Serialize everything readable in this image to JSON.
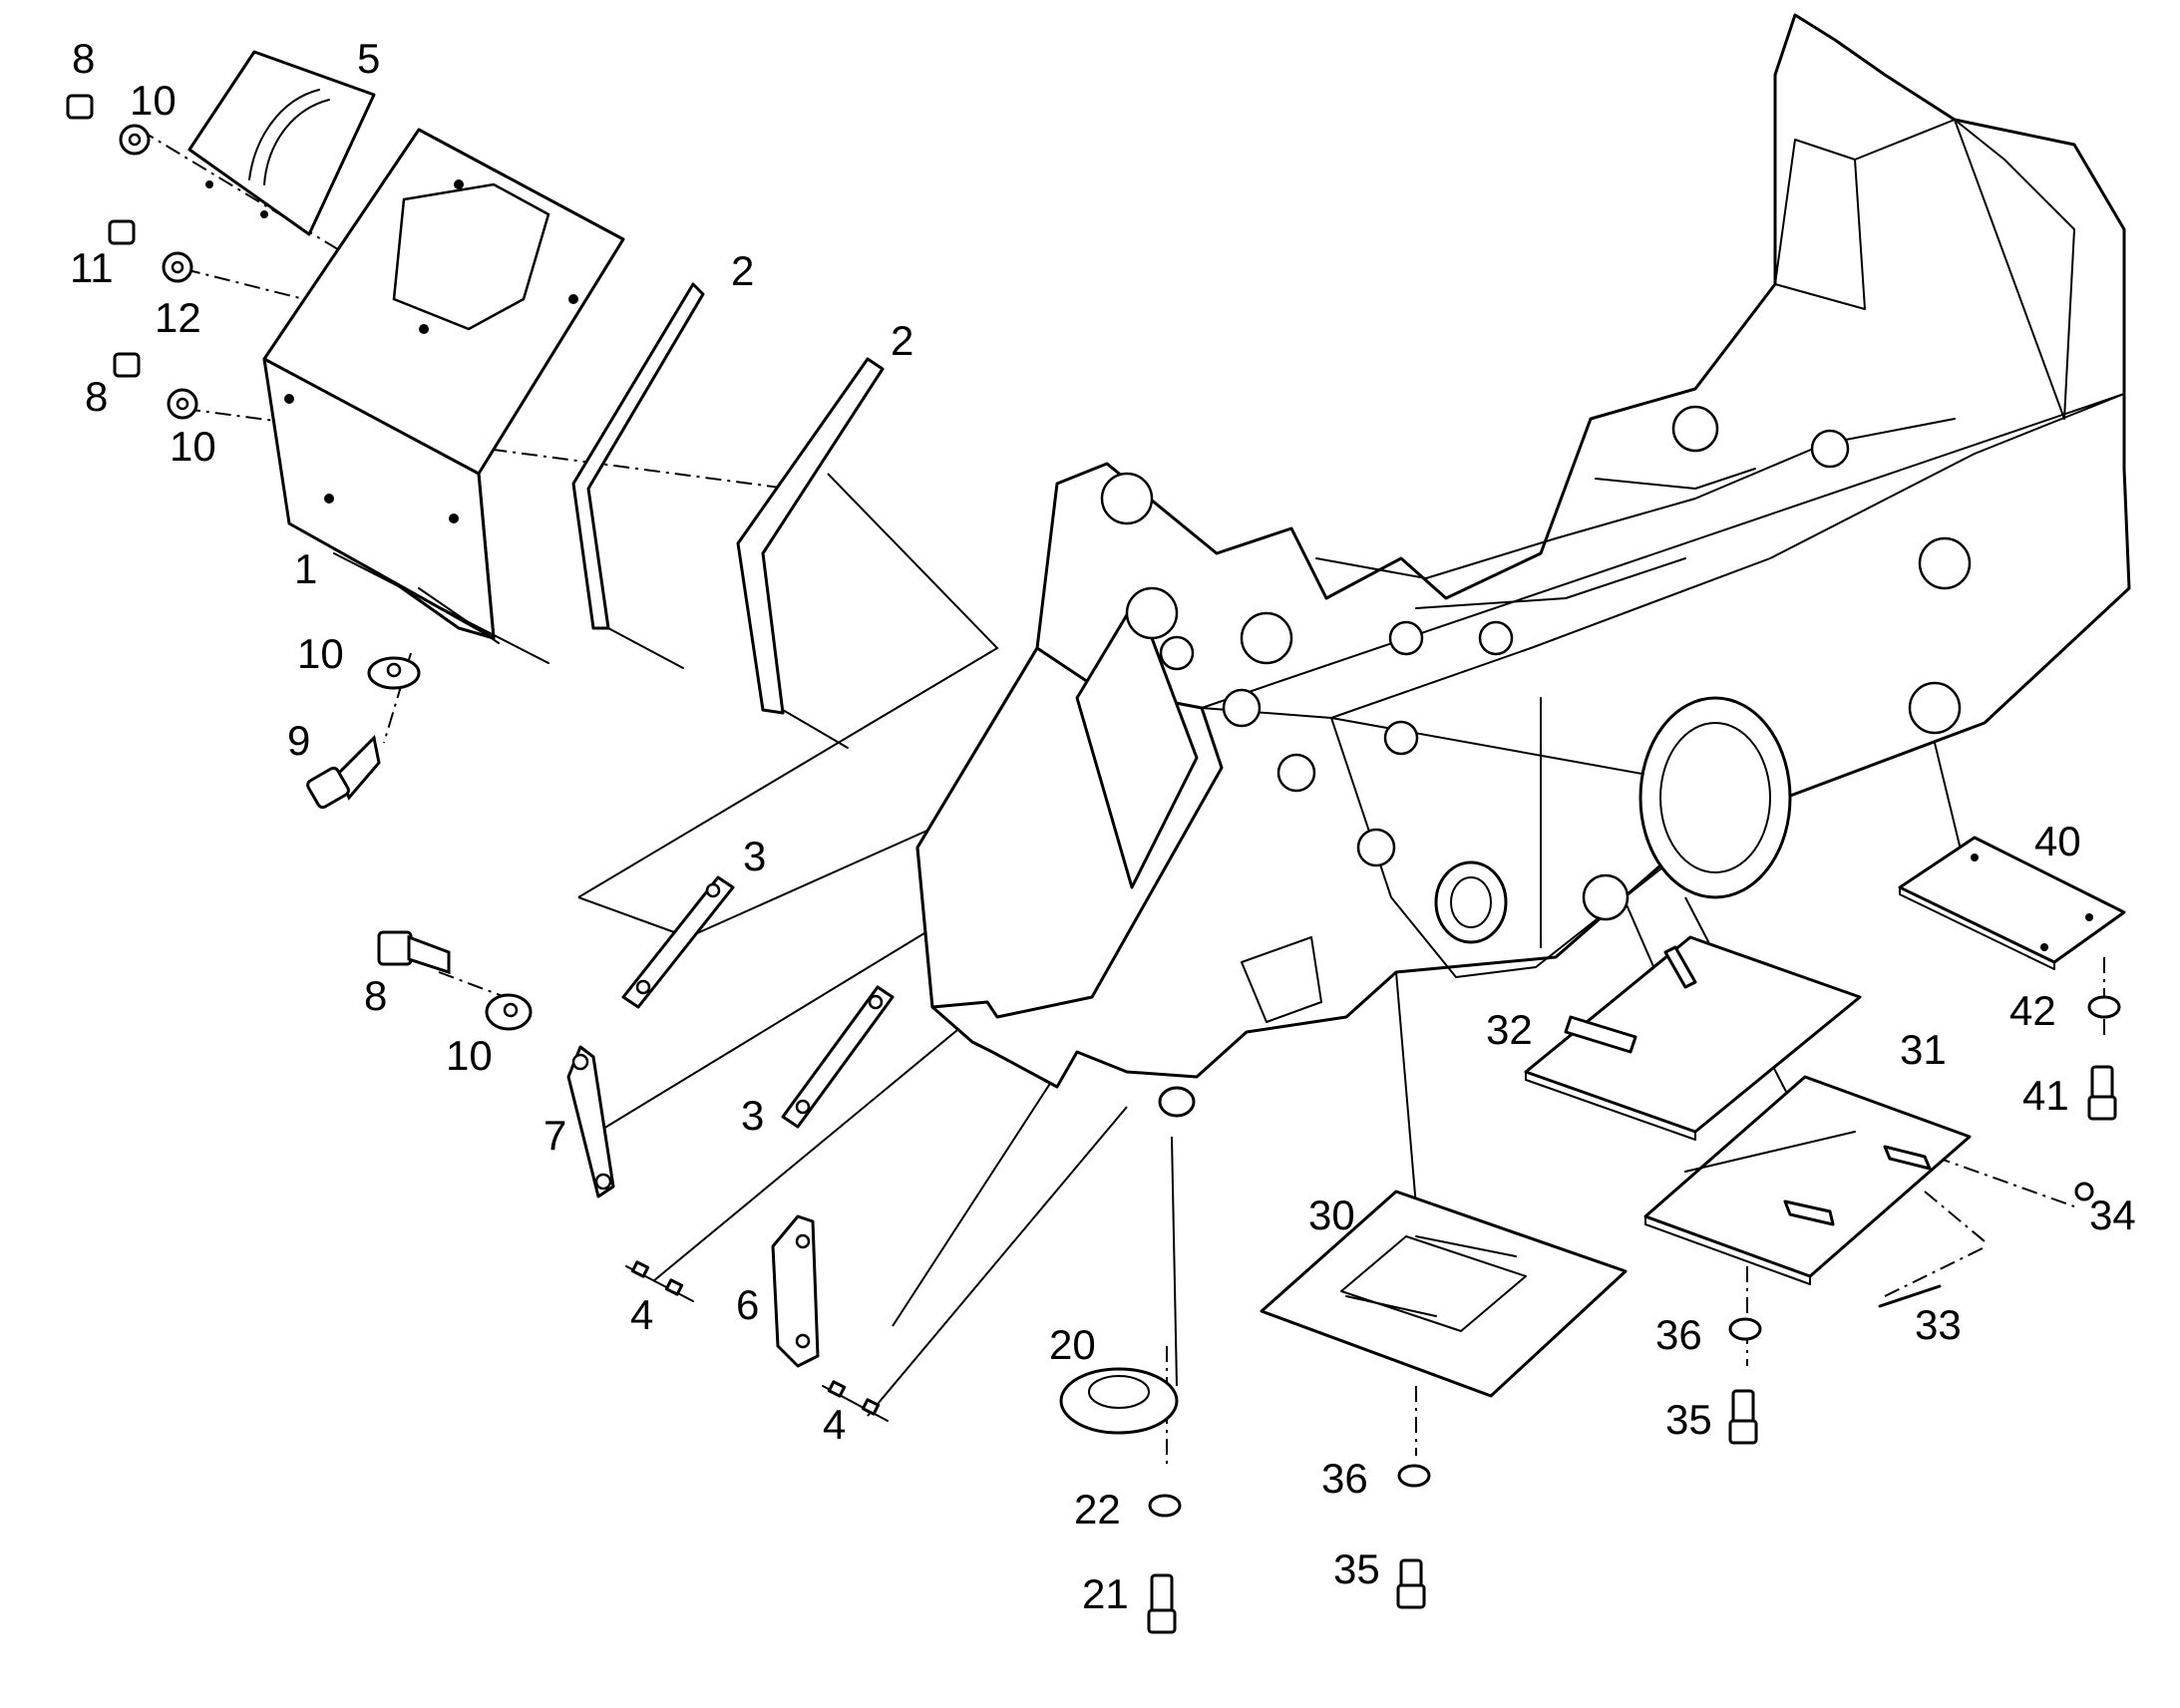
{
  "diagram": {
    "type": "exploded parts diagram",
    "line_color": "#000000",
    "background_color": "#ffffff",
    "callouts": [
      "1",
      "2",
      "3",
      "4",
      "5",
      "6",
      "7",
      "8",
      "9",
      "10",
      "11",
      "12",
      "20",
      "21",
      "22",
      "30",
      "31",
      "32",
      "33",
      "34",
      "35",
      "36",
      "40",
      "41",
      "42"
    ]
  }
}
